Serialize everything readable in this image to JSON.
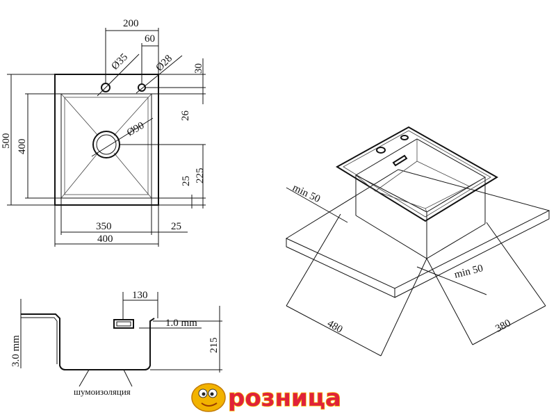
{
  "top_view": {
    "dim_200": "200",
    "dim_60": "60",
    "dia_35": "Ø35",
    "dia_28": "Ø28",
    "dim_30": "30",
    "dim_26": "26",
    "dia_90": "Ø90",
    "dim_500": "500",
    "dim_400_v": "400",
    "dim_25_v": "25",
    "dim_225": "225",
    "dim_350": "350",
    "dim_25_h": "25",
    "dim_400_h": "400"
  },
  "section_view": {
    "dim_130": "130",
    "dim_1mm": "1.0 mm",
    "dim_3mm": "3.0 mm",
    "dim_215": "215",
    "label_insulation": "шумоизоляция"
  },
  "iso_view": {
    "min50_left": "min 50",
    "min50_right": "min 50",
    "dim_480": "480",
    "dim_380": "380"
  },
  "logo": {
    "text": "розница",
    "colors": {
      "text": "#e0223a",
      "outline": "#f7c000",
      "mascot": "#f2b300"
    }
  }
}
